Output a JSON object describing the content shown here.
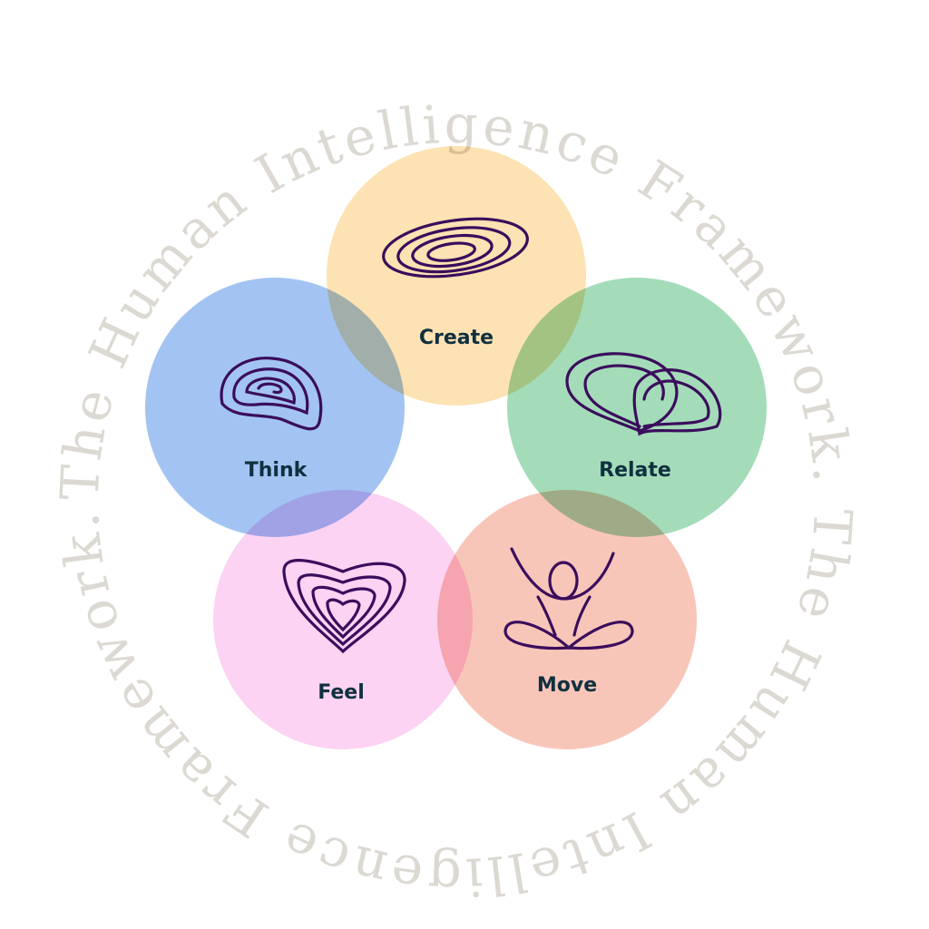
{
  "ring_text": "The Human Intelligence Framework. The Human Intelligence Framework.",
  "nodes": [
    {
      "id": "create",
      "label": "Create",
      "color": "#fde2b3",
      "icon": "concentric-ellipses-icon"
    },
    {
      "id": "think",
      "label": "Think",
      "color": "#a3c4f2",
      "icon": "brain-spiral-icon"
    },
    {
      "id": "relate",
      "label": "Relate",
      "color": "#a4dcb9",
      "icon": "linked-hearts-icon"
    },
    {
      "id": "feel",
      "label": "Feel",
      "color": "#fcd3f3",
      "icon": "concentric-hearts-icon"
    },
    {
      "id": "move",
      "label": "Move",
      "color": "#f8c6b9",
      "icon": "meditating-figure-icon"
    }
  ],
  "icon_color": "#3a0d5c"
}
